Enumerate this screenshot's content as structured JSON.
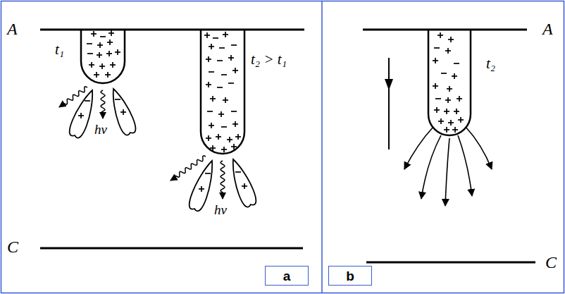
{
  "diagram": {
    "nodes": [
      {
        "text": [
          "a"
        ]
      },
      {
        "text": [
          "b"
        ]
      }
    ],
    "labels": [
      "A",
      "t₁",
      "t₂ > t₁",
      "hν",
      "hν",
      "C",
      "A",
      "t₂",
      "C"
    ]
  }
}
